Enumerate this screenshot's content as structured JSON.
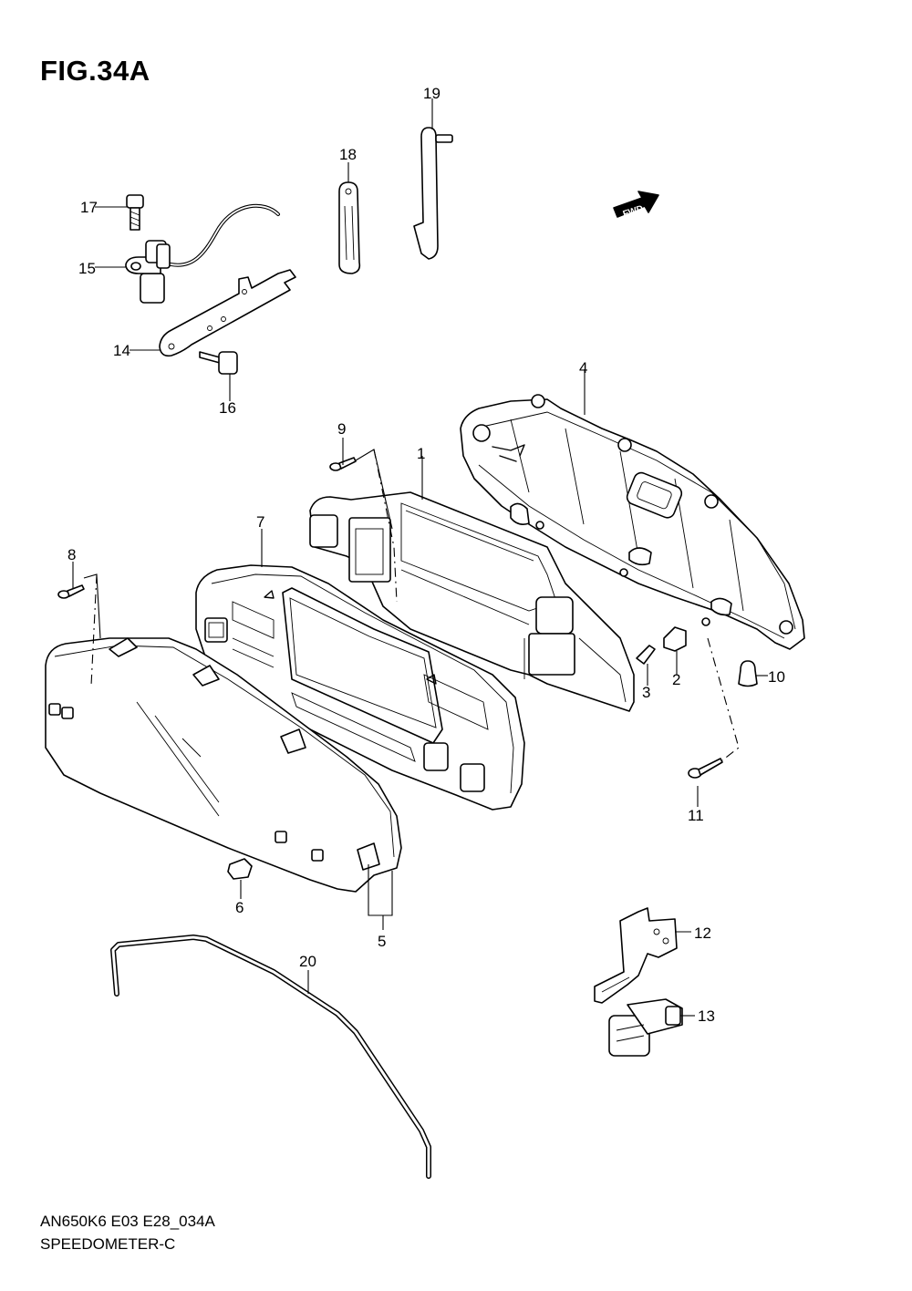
{
  "figure": {
    "title": "FIG.34A",
    "code": "AN650K6 E03 E28_034A",
    "name": "SPEEDOMETER-C",
    "fwd_label": "FWD"
  },
  "callouts": [
    "1",
    "2",
    "3",
    "4",
    "5",
    "6",
    "7",
    "8",
    "9",
    "10",
    "11",
    "12",
    "13",
    "14",
    "15",
    "16",
    "17",
    "18",
    "19",
    "20"
  ]
}
